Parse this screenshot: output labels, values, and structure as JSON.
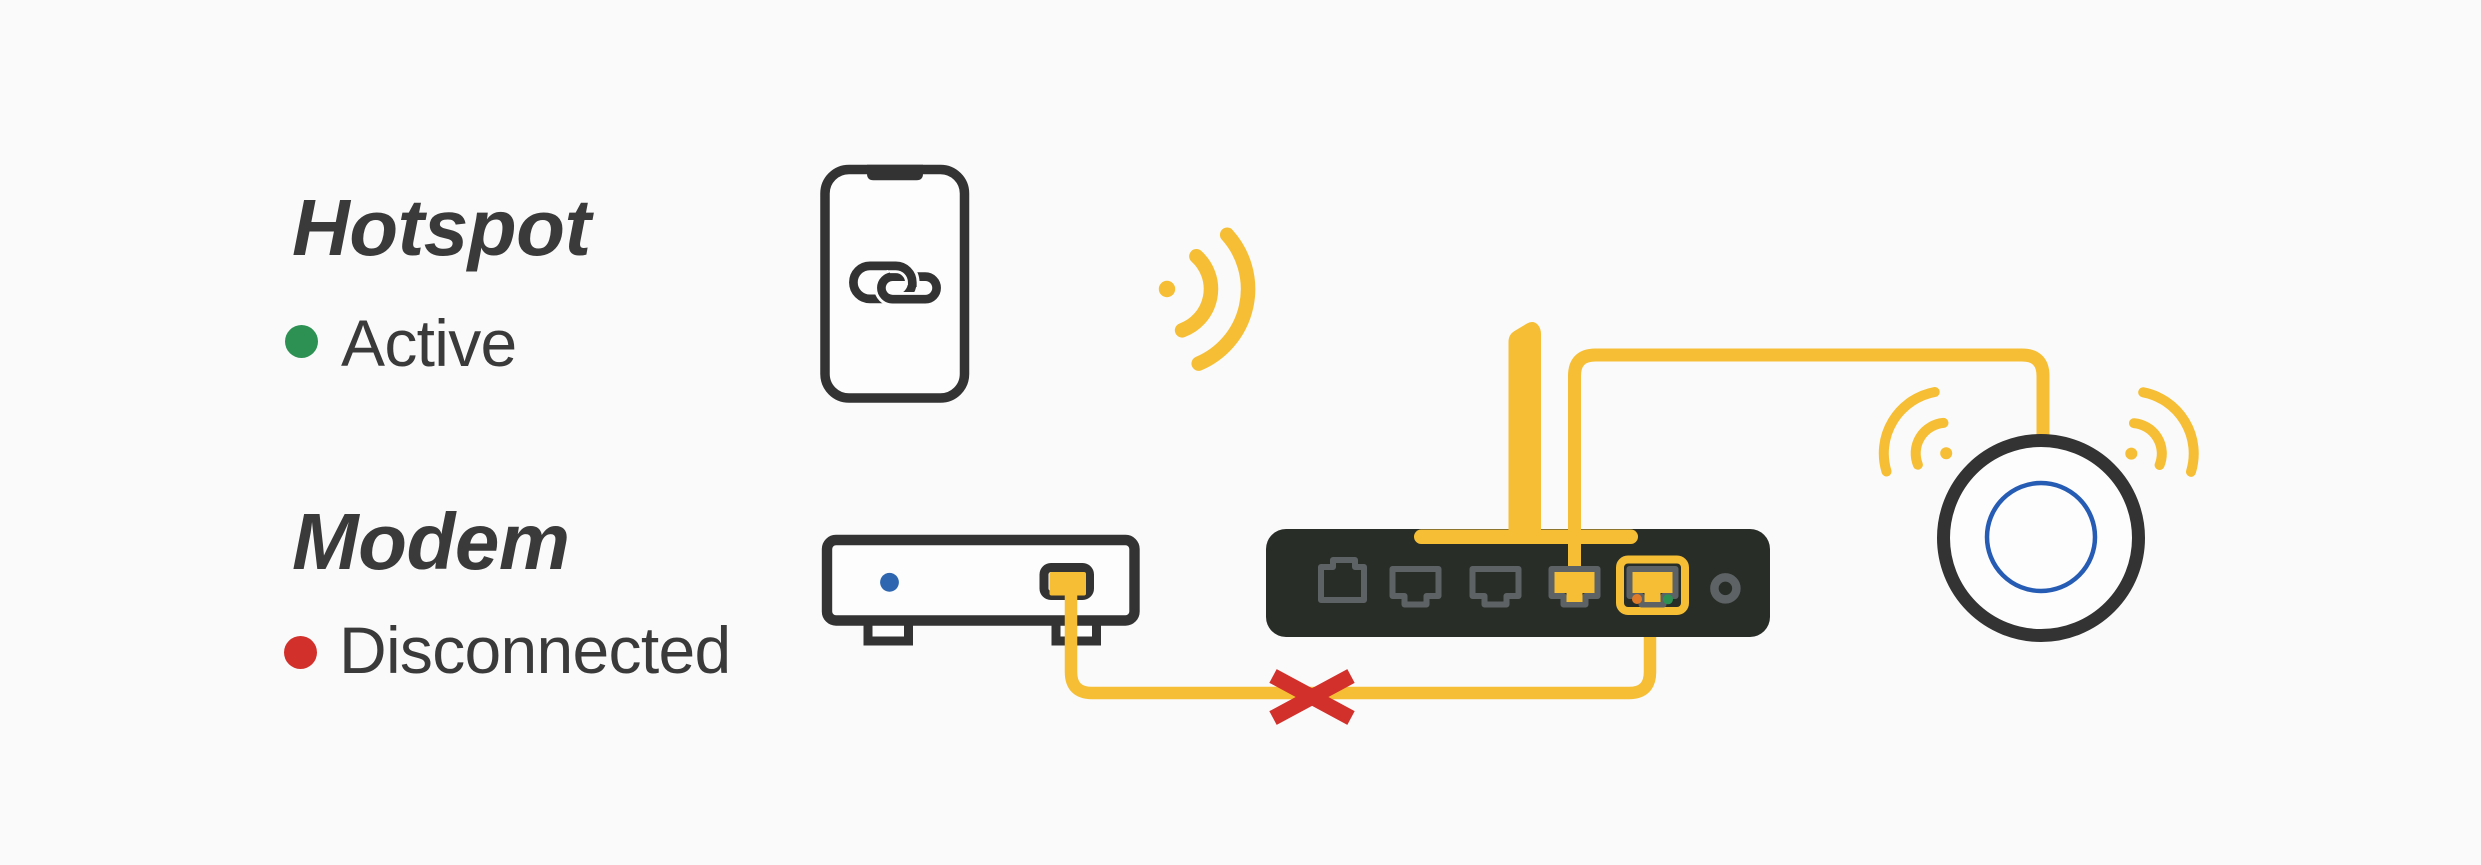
{
  "title": "Hotspot and modem connection status diagram",
  "colors": {
    "background": "#FAFAFA",
    "ink": "#333333",
    "text": "#3A3A3A",
    "yellow": "#F5BE34",
    "router_body": "#292D28",
    "port_gray": "#5D6264",
    "green": "#2C9153",
    "red": "#D2302B",
    "blue_led": "#2E66B0",
    "blue_ring": "#275CB4",
    "orange_led": "#E07A28",
    "device_fill": "#FDFDFD"
  },
  "legend": {
    "hotspot": {
      "title": "Hotspot",
      "status": "Active",
      "status_color": "#2C9153"
    },
    "modem": {
      "title": "Modem",
      "status": "Disconnected",
      "status_color": "#D2302B"
    }
  },
  "icons": [
    "phone-hotspot-icon",
    "link-icon",
    "wifi-signal-icon",
    "modem-icon",
    "status-led-icon",
    "ethernet-cable-icon",
    "disconnected-x-icon",
    "router-rear-icon",
    "ethernet-port-icon",
    "power-port-icon",
    "reset-button-icon",
    "wan-port-highlight-icon",
    "access-point-icon"
  ]
}
